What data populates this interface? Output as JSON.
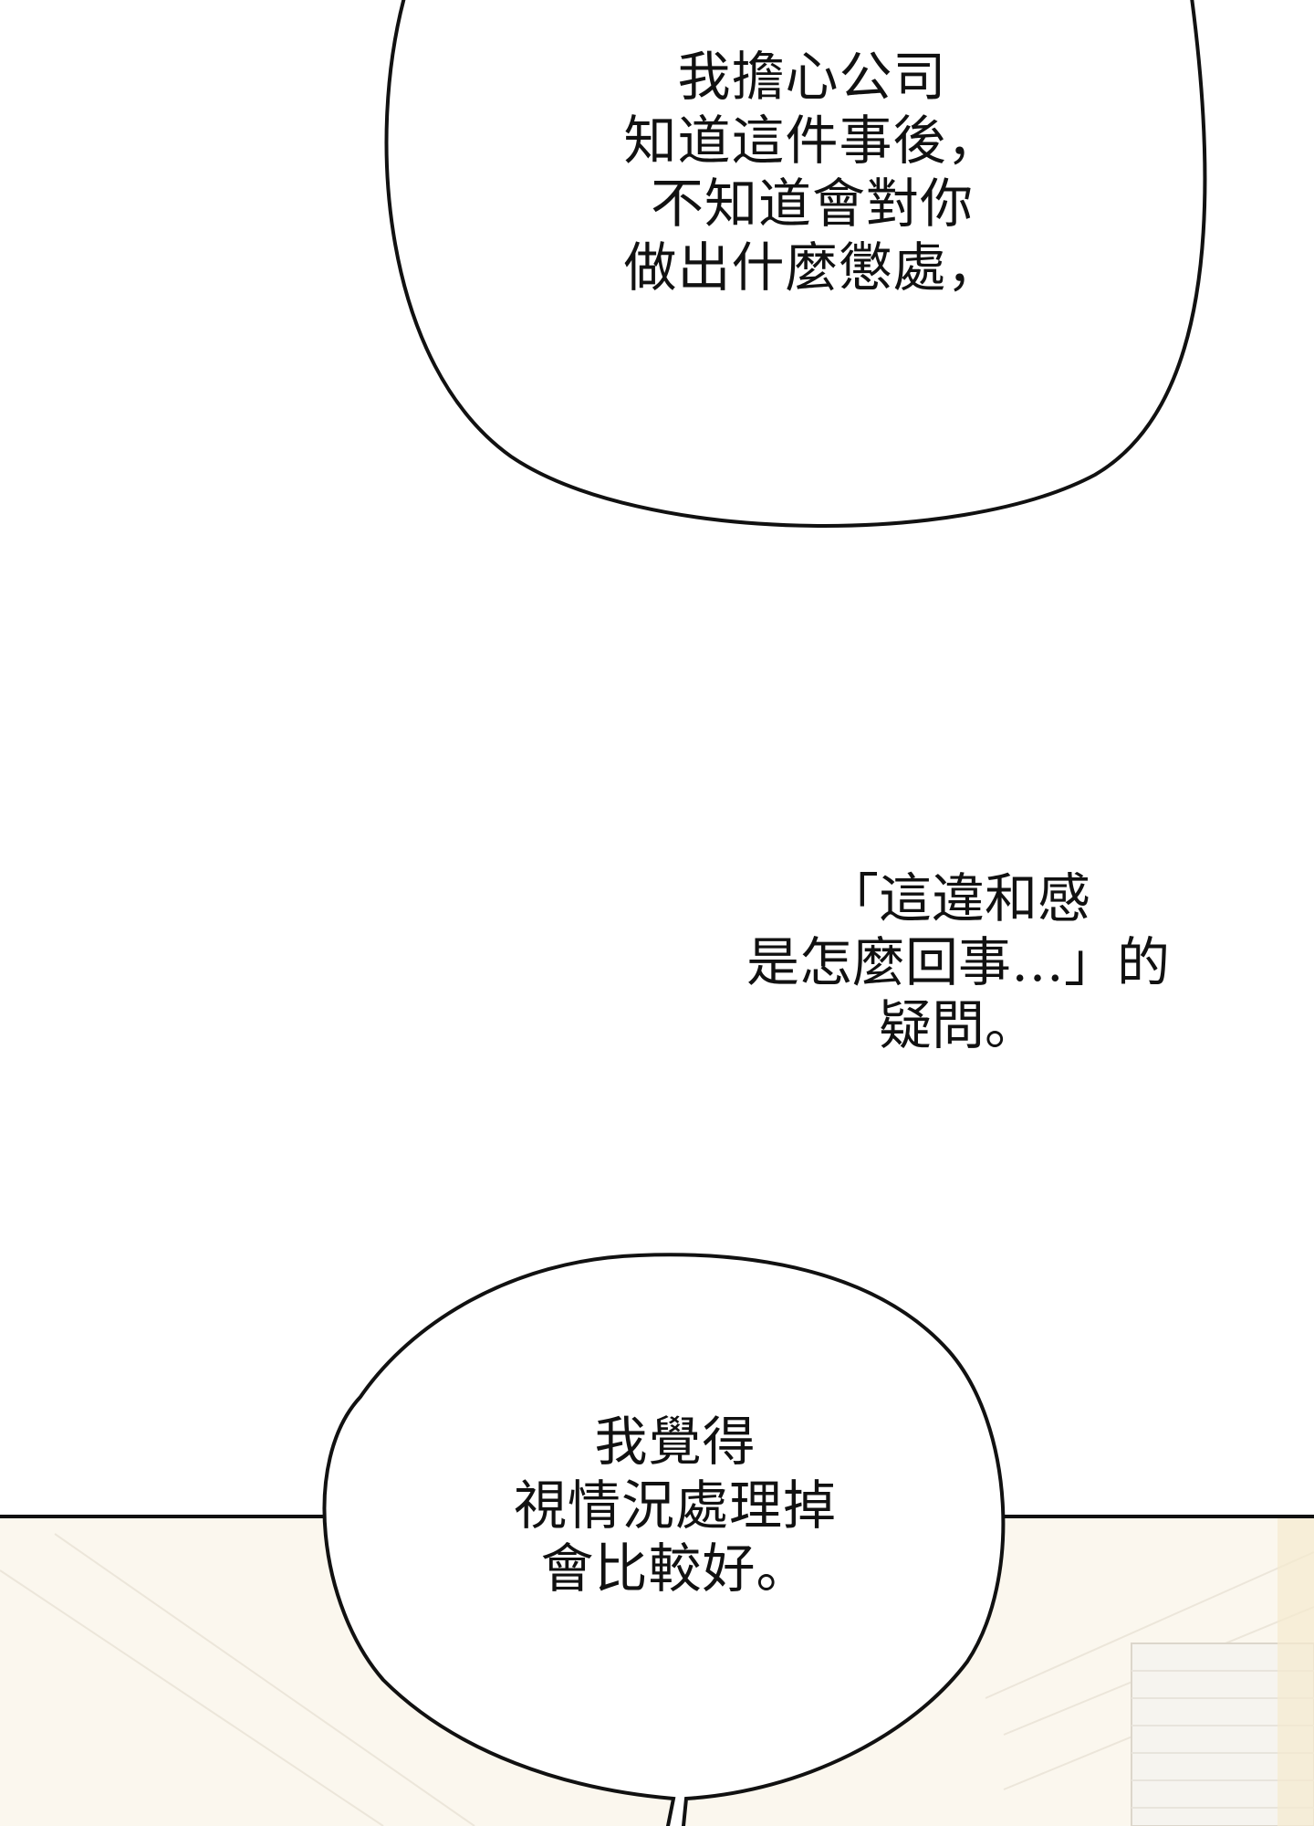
{
  "panels": [
    {
      "bubble_lines": [
        "我擔心公司",
        "知道這件事後，",
        "不知道會對你",
        "做出什麼懲處，"
      ]
    },
    {
      "caption_lines": [
        "「這違和感",
        "是怎麼回事…」的",
        "疑問。"
      ]
    },
    {
      "bubble_lines": [
        "我覺得",
        "視情況處理掉",
        "會比較好。"
      ]
    }
  ],
  "colors": {
    "background": "#ffffff",
    "ink": "#111111",
    "scene_tint": "#fbf7ee"
  }
}
